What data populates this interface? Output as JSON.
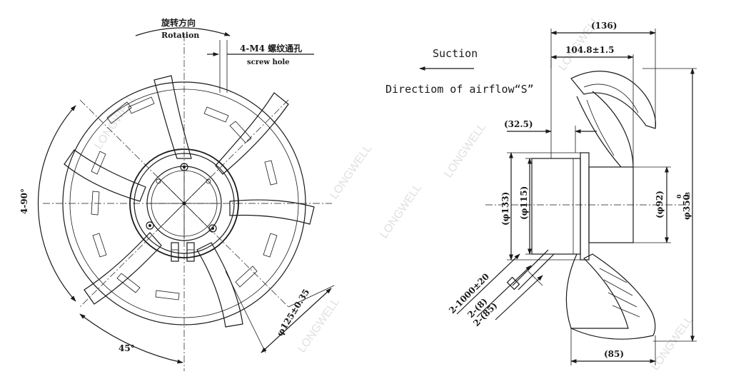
{
  "front_view": {
    "rotation_cn": "旋转方向",
    "rotation_en": "Rotation",
    "screw_hole_cn": "4-M4 螺纹通孔",
    "screw_hole_en": "screw hole",
    "angle_label": "4-90°",
    "angle_45": "45°",
    "diameter_label": "φ125±0.35"
  },
  "side_view": {
    "suction": "Suction",
    "airflow_direction": "Directiom of airflow“S”",
    "dim_136": "(136)",
    "dim_104": "104.8±1.5",
    "dim_32": "(32.5)",
    "dim_133": "(φ133)",
    "dim_115": "(φ115)",
    "dim_92": "(φ92)",
    "dim_350": "φ350",
    "dim_350_tol_upper": "0",
    "dim_350_tol_lower": "-3",
    "dim_85": "(85)",
    "cable_length": "2-1000±20",
    "cable_8": "2-(8)",
    "cable_85": "2-(85)"
  },
  "watermark": "LONGWELL"
}
